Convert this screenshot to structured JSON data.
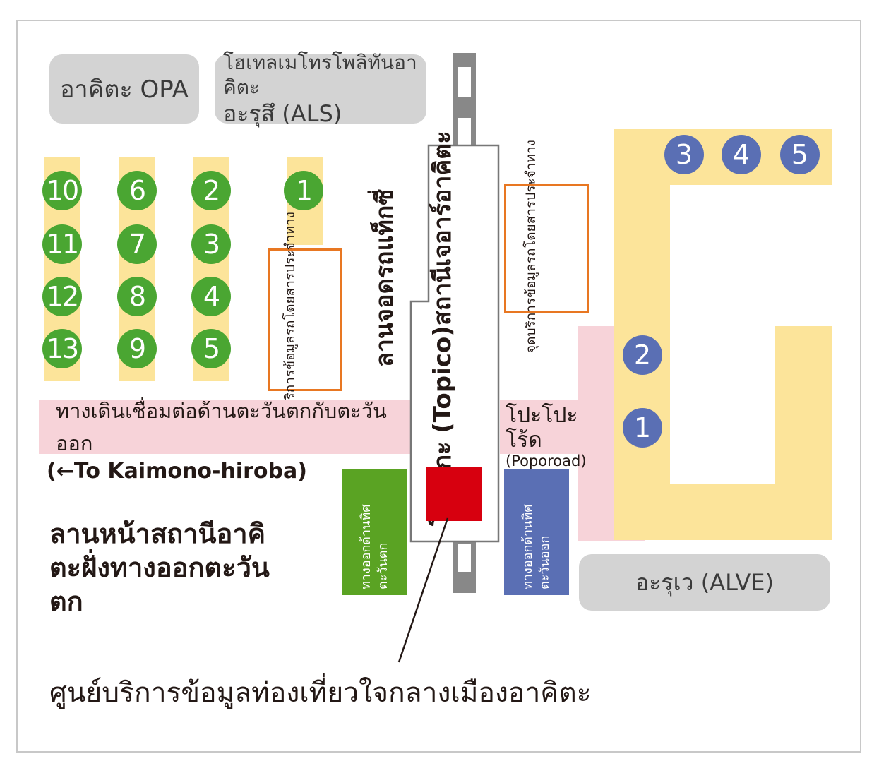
{
  "buildings": {
    "opa": "อาคิตะ OPA",
    "als_line1": "โฮเทลเมโทรโพลิทันอาคิตะ",
    "als_line2": "อะรุสึ (ALS)",
    "alve": "อะรุเว (ALVE)"
  },
  "west_stops": [
    "1",
    "2",
    "3",
    "4",
    "5",
    "6",
    "7",
    "8",
    "9",
    "10",
    "11",
    "12",
    "13"
  ],
  "east_stops": [
    "1",
    "2",
    "3",
    "4",
    "5"
  ],
  "taxi_plaza": "ลานจอดรถแท็กซี่",
  "info_point_left": {
    "line1": "จุดบริการข้อมูลรถ",
    "line2": "โดยสารประจำทาง"
  },
  "info_point_right": {
    "line1": "จุดบริการข้อมูลรถ",
    "line2": "โดยสารประจำทาง"
  },
  "station": {
    "line1": "โทปิโกะ (Topico)",
    "line2": "สถานีเจอาร์อาคิตะ"
  },
  "corridor": "ทางเดินเชื่อมต่อด้านตะวันตกกับตะวันออก",
  "kaimono": "(←To Kaimono-hiroba)",
  "poporoad": {
    "thai": "โปะโปะโร้ด",
    "english": "(Poporoad)"
  },
  "west_exit": "ทางออกด้านทิศตะวันตก",
  "east_exit": "ทางออกด้านทิศตะวันออก",
  "west_plaza": {
    "line1": "ลานหน้าสถานีอาคิ",
    "line2": "ตะฝั่งทางออกตะวัน",
    "line3": "ตก"
  },
  "tourist_center": "ศูนย์บริการข้อมูลท่องเที่ยวใจกลางเมืองอาคิตะ",
  "colors": {
    "bus_stop_west": "#4aa632",
    "bus_stop_east": "#5a6fb4",
    "stop_strip": "#fce49a",
    "corridor": "#f7d3d9",
    "info_border": "#e87722",
    "tourist_center": "#d7000f",
    "building": "#d3d3d3"
  }
}
